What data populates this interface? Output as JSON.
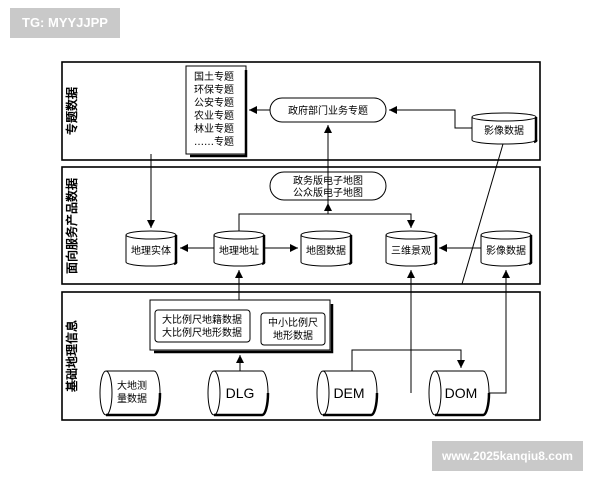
{
  "watermarks": {
    "top_left": "TG: MYYJJPP",
    "bottom_right": "www.2025kanqiu8.com"
  },
  "layers": {
    "thematic": "专题数据",
    "service": "面向服务产品数据",
    "basic": "基础地理信息"
  },
  "thematic": {
    "topics": [
      "国土专题",
      "环保专题",
      "公安专题",
      "农业专题",
      "林业专题",
      "……专题"
    ],
    "gov_topics": "政府部门业务专题",
    "imagery": "影像数据"
  },
  "service": {
    "maps": [
      "政务版电子地图",
      "公众版电子地图"
    ],
    "entity": "地理实体",
    "address": "地理地址",
    "map_data": "地图数据",
    "scene_3d": "三维景观",
    "imagery": "影像数据"
  },
  "basic": {
    "large_scale": [
      "大比例尺地籍数据",
      "大比例尺地形数据"
    ],
    "small_scale": [
      "中小比例尺",
      "地形数据"
    ],
    "geodetic": [
      "大地测",
      "量数据"
    ],
    "dlg": "DLG",
    "dem": "DEM",
    "dom": "DOM"
  }
}
